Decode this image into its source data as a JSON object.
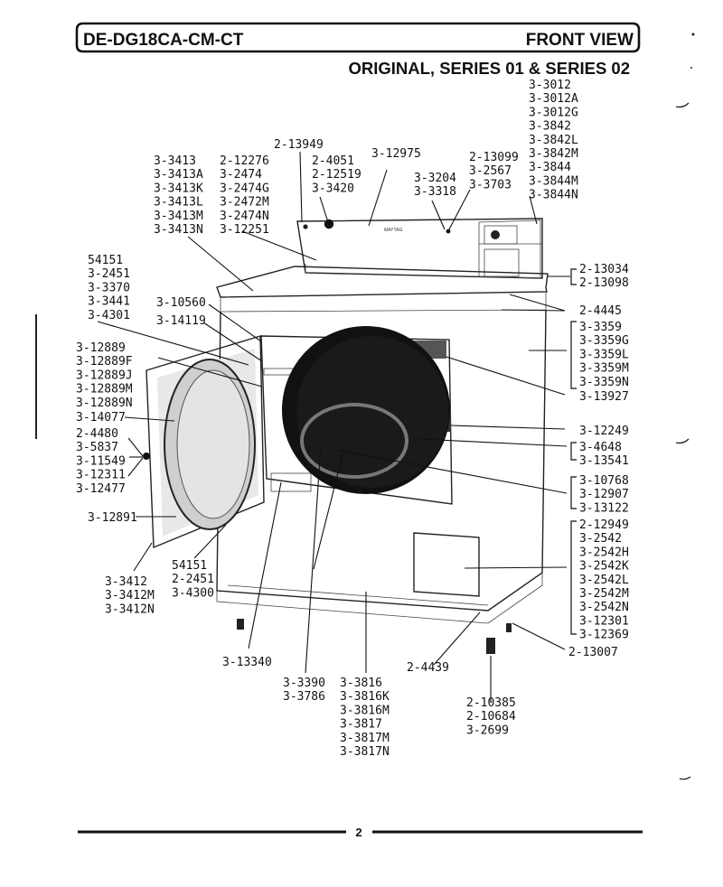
{
  "header": {
    "model": "DE-DG18CA-CM-CT",
    "view": "FRONT VIEW",
    "series": "ORIGINAL, SERIES 01 & SERIES 02"
  },
  "brand_mark": "MAYTAG",
  "footer": {
    "page": "2"
  },
  "callouts": {
    "c01": [
      "3-3012",
      "3-3012A",
      "3-3012G",
      "3-3842",
      "3-3842L",
      "3-3842M",
      "3-3844",
      "3-3844M",
      "3-3844N"
    ],
    "c02": [
      "2-13949"
    ],
    "c03": [
      "3-12975"
    ],
    "c04": [
      "2-13099",
      "3-2567",
      "3-3703"
    ],
    "c05": [
      "3-3413",
      "3-3413A",
      "3-3413K",
      "3-3413L",
      "3-3413M",
      "3-3413N"
    ],
    "c06": [
      "2-12276",
      "3-2474",
      "3-2474G",
      "3-2472M",
      "3-2474N",
      "3-12251"
    ],
    "c07": [
      "2-4051",
      "2-12519",
      "3-3420"
    ],
    "c08": [
      "3-3204",
      "3-3318"
    ],
    "c09": [
      "54151",
      "3-2451",
      "3-3370",
      "3-3441",
      "3-4301"
    ],
    "c10": [
      "3-10560"
    ],
    "c11": [
      "3-14119"
    ],
    "c12": [
      "3-12889",
      "3-12889F",
      "3-12889J",
      "3-12889M",
      "3-12889N"
    ],
    "c13": [
      "3-14077"
    ],
    "c14": [
      "2-4480",
      "3-5837",
      "3-11549",
      "3-12311",
      "3-12477"
    ],
    "c15": [
      "3-12891"
    ],
    "c16": [
      "3-3412",
      "3-3412M",
      "3-3412N"
    ],
    "c17": [
      "54151",
      "2-2451",
      "3-4300"
    ],
    "c18": [
      "3-13340"
    ],
    "c19": [
      "3-3390",
      "3-3786"
    ],
    "c20": [
      "3-3816",
      "3-3816K",
      "3-3816M",
      "3-3817",
      "3-3817M",
      "3-3817N"
    ],
    "c21": [
      "2-4439"
    ],
    "c22": [
      "2-10385",
      "2-10684",
      "3-2699"
    ],
    "c23": [
      "2-13034",
      "2-13098"
    ],
    "c24": [
      "2-4445"
    ],
    "c25": [
      "3-3359",
      "3-3359G",
      "3-3359L",
      "3-3359M",
      "3-3359N"
    ],
    "c26": [
      "3-13927"
    ],
    "c27": [
      "3-12249"
    ],
    "c28": [
      "3-4648",
      "3-13541"
    ],
    "c29": [
      "3-10768",
      "3-12907",
      "3-13122"
    ],
    "c30": [
      "2-12949",
      "3-2542",
      "3-2542H",
      "3-2542K",
      "3-2542L",
      "3-2542M",
      "3-2542N",
      "3-12301",
      "3-12369"
    ],
    "c31": [
      "2-13007"
    ]
  }
}
